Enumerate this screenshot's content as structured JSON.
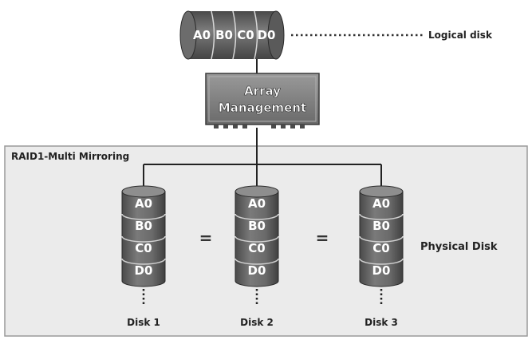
{
  "logical_disk": {
    "blocks": [
      "A0",
      "B0",
      "C0",
      "D0"
    ],
    "label": "Logical disk"
  },
  "array_management": {
    "line1": "Array",
    "line2": "Management"
  },
  "raid_panel": {
    "title": "RAID1-Multi Mirroring",
    "physical_label": "Physical Disk",
    "equals": [
      "=",
      "="
    ]
  },
  "physical_disks": [
    {
      "name": "Disk 1",
      "blocks": [
        "A0",
        "B0",
        "C0",
        "D0"
      ]
    },
    {
      "name": "Disk 2",
      "blocks": [
        "A0",
        "B0",
        "C0",
        "D0"
      ]
    },
    {
      "name": "Disk 3",
      "blocks": [
        "A0",
        "B0",
        "C0",
        "D0"
      ]
    }
  ],
  "colors": {
    "panel_bg": "#ebebeb",
    "panel_border": "#9a9a9a",
    "disk_fill": "#6e6e6e",
    "disk_dark": "#3c3c3c",
    "disk_top": "#8a8a8a",
    "box_fill": "#7c7c7c"
  }
}
